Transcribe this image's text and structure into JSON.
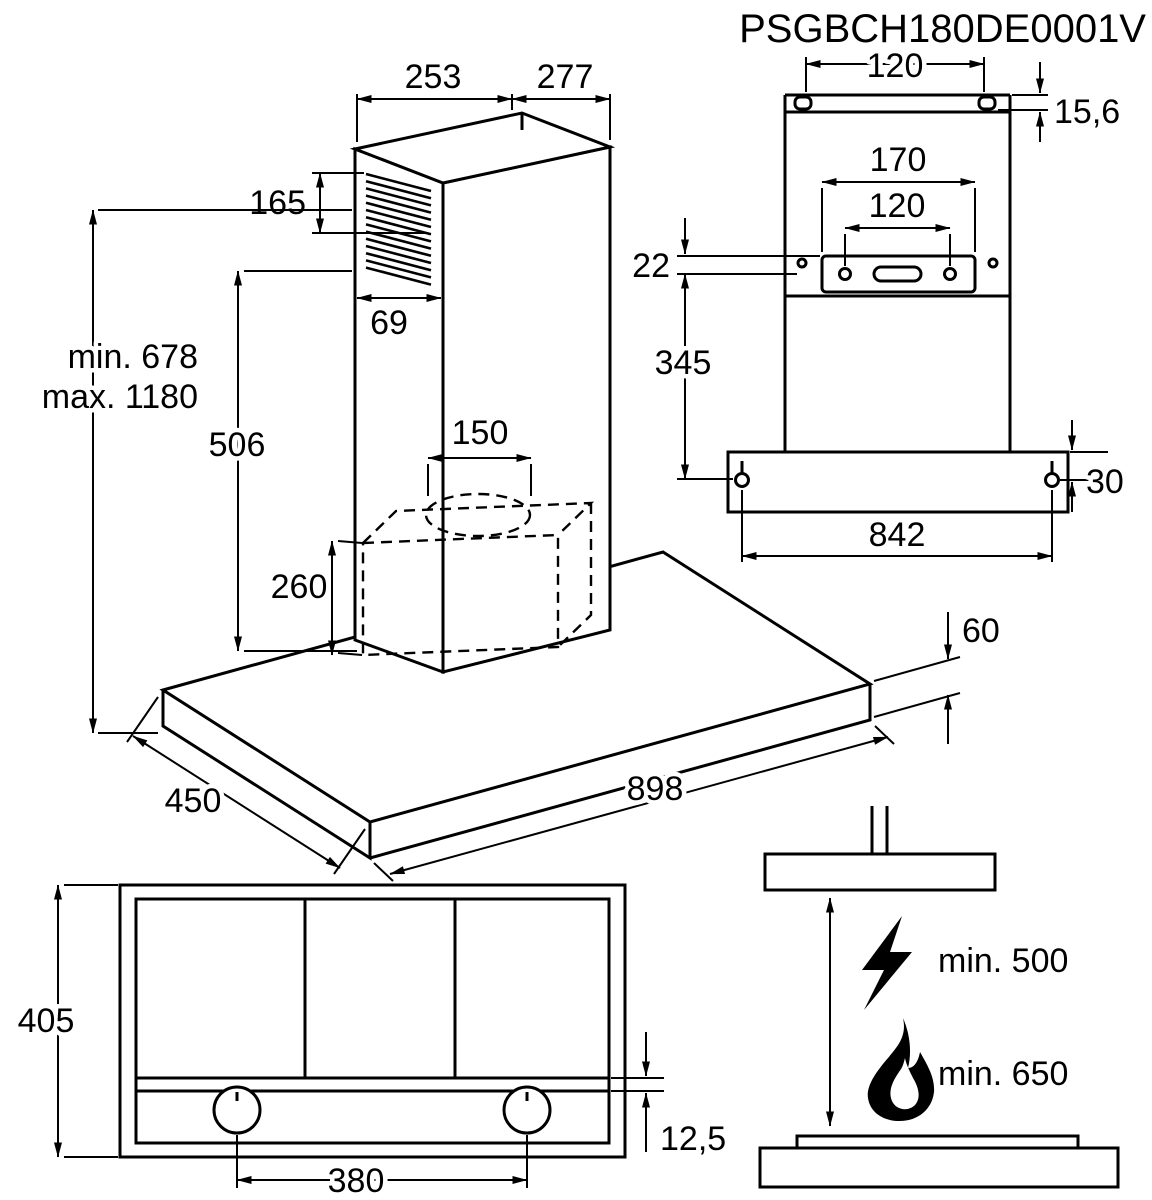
{
  "drawing_number": "PSGBCH180DE0001V",
  "isometric_view": {
    "chimney_top_width": "253",
    "chimney_top_depth": "277",
    "vent_grille_height": "165",
    "vent_offset": "69",
    "mounting_height_min": "min. 678",
    "mounting_height_max": "max. 1180",
    "chimney_visible_height": "506",
    "duct_diameter": "150",
    "inner_box_height": "260",
    "hood_depth": "450",
    "hood_width": "898",
    "hood_body_height": "60"
  },
  "rear_view": {
    "top_slot_spacing": "120",
    "top_slot_offset": "15,6",
    "bracket_width": "170",
    "bracket_hole_spacing": "120",
    "bracket_hole_offset": "22",
    "bracket_to_base_distance": "345",
    "base_hole_offset": "30",
    "base_hole_spacing": "842"
  },
  "front_view": {
    "body_depth": "405",
    "knob_spacing": "380",
    "control_panel_offset": "12,5"
  },
  "clearance_view": {
    "electric_hob_clearance": "min. 500",
    "gas_hob_clearance": "min. 650"
  }
}
